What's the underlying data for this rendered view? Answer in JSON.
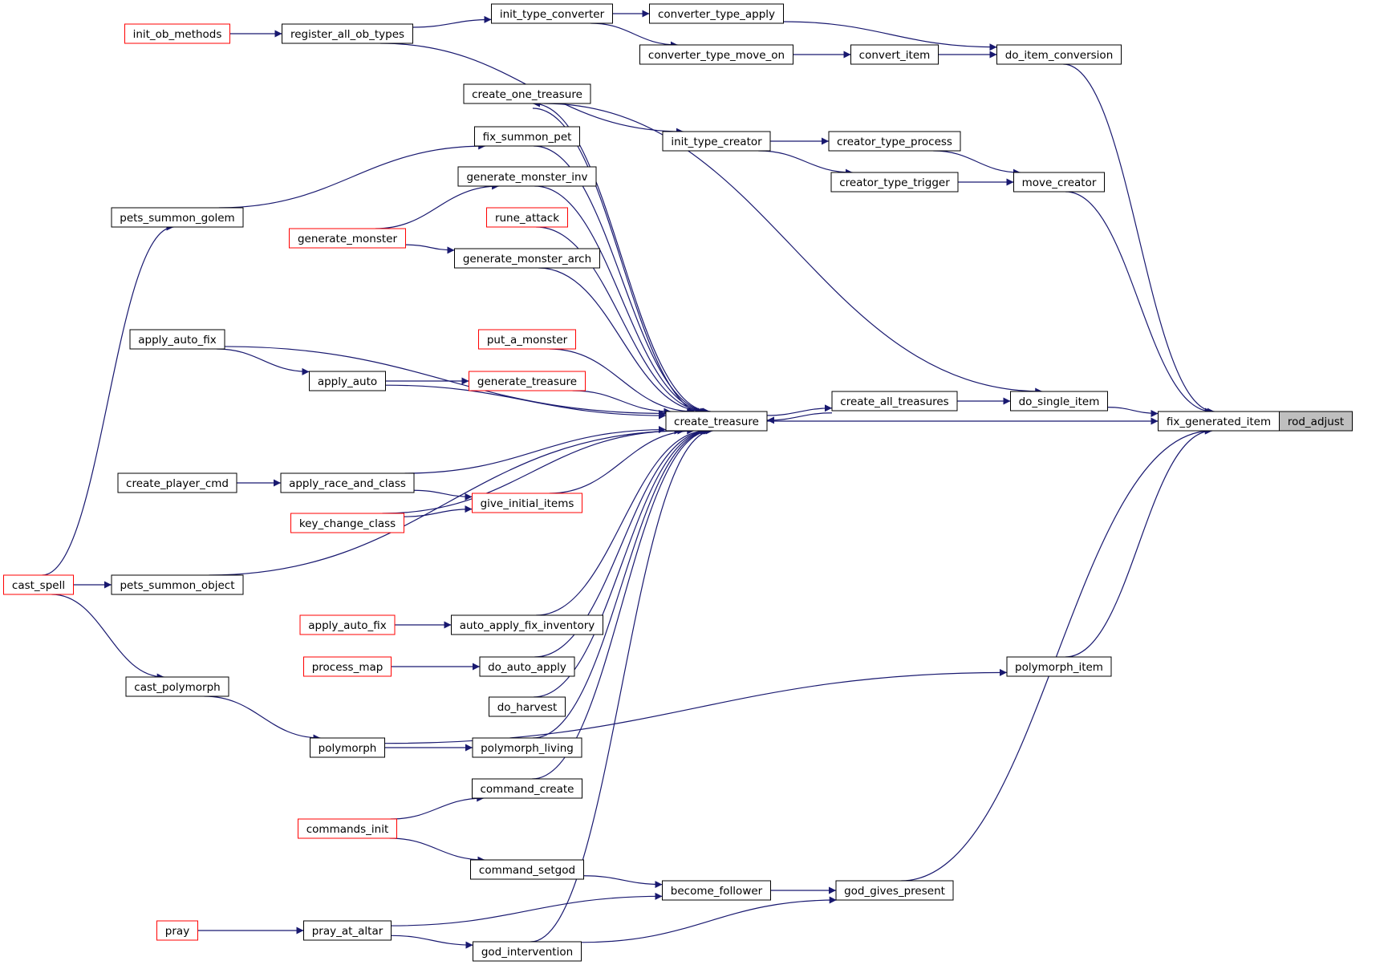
{
  "graph": {
    "edge_color": "#191970",
    "node_border_color": "#000000",
    "truncated_node_border_color": "#ff0000",
    "focus_node_fill": "#bfbfbf",
    "nodes": [
      {
        "id": "rod_adjust",
        "label": "rod_adjust",
        "style": "focus"
      },
      {
        "id": "fix_generated_item",
        "label": "fix_generated_item",
        "style": "normal"
      },
      {
        "id": "create_treasure",
        "label": "create_treasure",
        "style": "normal"
      },
      {
        "id": "do_item_conversion",
        "label": "do_item_conversion",
        "style": "normal"
      },
      {
        "id": "converter_type_apply",
        "label": "converter_type_apply",
        "style": "normal"
      },
      {
        "id": "convert_item",
        "label": "convert_item",
        "style": "normal"
      },
      {
        "id": "converter_type_move_on",
        "label": "converter_type_move_on",
        "style": "normal"
      },
      {
        "id": "init_type_converter",
        "label": "init_type_converter",
        "style": "normal"
      },
      {
        "id": "register_all_ob_types",
        "label": "register_all_ob_types",
        "style": "normal"
      },
      {
        "id": "init_ob_methods",
        "label": "init_ob_methods",
        "style": "truncated"
      },
      {
        "id": "move_creator",
        "label": "move_creator",
        "style": "normal"
      },
      {
        "id": "creator_type_process",
        "label": "creator_type_process",
        "style": "normal"
      },
      {
        "id": "creator_type_trigger",
        "label": "creator_type_trigger",
        "style": "normal"
      },
      {
        "id": "init_type_creator",
        "label": "init_type_creator",
        "style": "normal"
      },
      {
        "id": "do_single_item",
        "label": "do_single_item",
        "style": "normal"
      },
      {
        "id": "create_all_treasures",
        "label": "create_all_treasures",
        "style": "normal"
      },
      {
        "id": "polymorph_item",
        "label": "polymorph_item",
        "style": "normal"
      },
      {
        "id": "god_gives_present",
        "label": "god_gives_present",
        "style": "normal"
      },
      {
        "id": "become_follower",
        "label": "become_follower",
        "style": "normal"
      },
      {
        "id": "create_one_treasure",
        "label": "create_one_treasure",
        "style": "normal"
      },
      {
        "id": "fix_summon_pet",
        "label": "fix_summon_pet",
        "style": "normal"
      },
      {
        "id": "generate_monster_inv",
        "label": "generate_monster_inv",
        "style": "normal"
      },
      {
        "id": "rune_attack",
        "label": "rune_attack",
        "style": "truncated"
      },
      {
        "id": "generate_monster_arch",
        "label": "generate_monster_arch",
        "style": "normal"
      },
      {
        "id": "put_a_monster",
        "label": "put_a_monster",
        "style": "truncated"
      },
      {
        "id": "generate_treasure",
        "label": "generate_treasure",
        "style": "truncated"
      },
      {
        "id": "give_initial_items",
        "label": "give_initial_items",
        "style": "truncated"
      },
      {
        "id": "auto_apply_fix_inventory",
        "label": "auto_apply_fix_inventory",
        "style": "normal"
      },
      {
        "id": "do_auto_apply",
        "label": "do_auto_apply",
        "style": "normal"
      },
      {
        "id": "do_harvest",
        "label": "do_harvest",
        "style": "normal"
      },
      {
        "id": "polymorph_living",
        "label": "polymorph_living",
        "style": "normal"
      },
      {
        "id": "command_create",
        "label": "command_create",
        "style": "normal"
      },
      {
        "id": "command_setgod",
        "label": "command_setgod",
        "style": "normal"
      },
      {
        "id": "god_intervention",
        "label": "god_intervention",
        "style": "normal"
      },
      {
        "id": "pets_summon_golem",
        "label": "pets_summon_golem",
        "style": "normal"
      },
      {
        "id": "generate_monster",
        "label": "generate_monster",
        "style": "truncated"
      },
      {
        "id": "apply_auto_fix_1",
        "label": "apply_auto_fix",
        "style": "normal"
      },
      {
        "id": "apply_auto",
        "label": "apply_auto",
        "style": "normal"
      },
      {
        "id": "create_player_cmd",
        "label": "create_player_cmd",
        "style": "normal"
      },
      {
        "id": "apply_race_and_class",
        "label": "apply_race_and_class",
        "style": "normal"
      },
      {
        "id": "key_change_class",
        "label": "key_change_class",
        "style": "truncated"
      },
      {
        "id": "pets_summon_object",
        "label": "pets_summon_object",
        "style": "normal"
      },
      {
        "id": "apply_auto_fix_2",
        "label": "apply_auto_fix",
        "style": "truncated"
      },
      {
        "id": "process_map",
        "label": "process_map",
        "style": "truncated"
      },
      {
        "id": "cast_polymorph",
        "label": "cast_polymorph",
        "style": "normal"
      },
      {
        "id": "polymorph",
        "label": "polymorph",
        "style": "normal"
      },
      {
        "id": "commands_init",
        "label": "commands_init",
        "style": "truncated"
      },
      {
        "id": "pray_at_altar",
        "label": "pray_at_altar",
        "style": "normal"
      },
      {
        "id": "pray",
        "label": "pray",
        "style": "truncated"
      },
      {
        "id": "cast_spell",
        "label": "cast_spell",
        "style": "truncated"
      }
    ],
    "edges": [
      [
        "fix_generated_item",
        "rod_adjust"
      ],
      [
        "do_item_conversion",
        "fix_generated_item"
      ],
      [
        "move_creator",
        "fix_generated_item"
      ],
      [
        "do_single_item",
        "fix_generated_item"
      ],
      [
        "polymorph_item",
        "fix_generated_item"
      ],
      [
        "god_gives_present",
        "fix_generated_item"
      ],
      [
        "create_treasure",
        "fix_generated_item"
      ],
      [
        "converter_type_apply",
        "do_item_conversion"
      ],
      [
        "convert_item",
        "do_item_conversion"
      ],
      [
        "converter_type_move_on",
        "convert_item"
      ],
      [
        "init_type_converter",
        "converter_type_apply"
      ],
      [
        "init_type_converter",
        "converter_type_move_on"
      ],
      [
        "register_all_ob_types",
        "init_type_converter"
      ],
      [
        "init_ob_methods",
        "register_all_ob_types"
      ],
      [
        "creator_type_process",
        "move_creator"
      ],
      [
        "creator_type_trigger",
        "move_creator"
      ],
      [
        "init_type_creator",
        "creator_type_process"
      ],
      [
        "init_type_creator",
        "creator_type_trigger"
      ],
      [
        "register_all_ob_types",
        "init_type_creator"
      ],
      [
        "create_all_treasures",
        "do_single_item"
      ],
      [
        "create_one_treasure",
        "do_single_item"
      ],
      [
        "create_treasure",
        "create_all_treasures"
      ],
      [
        "create_all_treasures",
        "create_treasure"
      ],
      [
        "create_treasure",
        "create_one_treasure"
      ],
      [
        "polymorph",
        "polymorph_item"
      ],
      [
        "become_follower",
        "god_gives_present"
      ],
      [
        "god_intervention",
        "god_gives_present"
      ],
      [
        "create_one_treasure",
        "create_treasure"
      ],
      [
        "fix_summon_pet",
        "create_treasure"
      ],
      [
        "generate_monster_inv",
        "create_treasure"
      ],
      [
        "rune_attack",
        "create_treasure"
      ],
      [
        "generate_monster_arch",
        "create_treasure"
      ],
      [
        "apply_auto_fix_1",
        "create_treasure"
      ],
      [
        "put_a_monster",
        "create_treasure"
      ],
      [
        "generate_treasure",
        "create_treasure"
      ],
      [
        "apply_auto",
        "create_treasure"
      ],
      [
        "apply_race_and_class",
        "create_treasure"
      ],
      [
        "give_initial_items",
        "create_treasure"
      ],
      [
        "key_change_class",
        "create_treasure"
      ],
      [
        "pets_summon_object",
        "create_treasure"
      ],
      [
        "auto_apply_fix_inventory",
        "create_treasure"
      ],
      [
        "do_auto_apply",
        "create_treasure"
      ],
      [
        "do_harvest",
        "create_treasure"
      ],
      [
        "polymorph_living",
        "create_treasure"
      ],
      [
        "command_create",
        "create_treasure"
      ],
      [
        "god_intervention",
        "create_treasure"
      ],
      [
        "pets_summon_golem",
        "fix_summon_pet"
      ],
      [
        "generate_monster",
        "generate_monster_inv"
      ],
      [
        "generate_monster",
        "generate_monster_arch"
      ],
      [
        "apply_auto_fix_1",
        "apply_auto"
      ],
      [
        "apply_auto",
        "generate_treasure"
      ],
      [
        "create_player_cmd",
        "apply_race_and_class"
      ],
      [
        "apply_race_and_class",
        "give_initial_items"
      ],
      [
        "key_change_class",
        "give_initial_items"
      ],
      [
        "cast_spell",
        "pets_summon_object"
      ],
      [
        "cast_spell",
        "pets_summon_golem"
      ],
      [
        "cast_spell",
        "cast_polymorph"
      ],
      [
        "apply_auto_fix_2",
        "auto_apply_fix_inventory"
      ],
      [
        "process_map",
        "do_auto_apply"
      ],
      [
        "cast_polymorph",
        "polymorph"
      ],
      [
        "polymorph",
        "polymorph_living"
      ],
      [
        "commands_init",
        "command_create"
      ],
      [
        "commands_init",
        "command_setgod"
      ],
      [
        "command_setgod",
        "become_follower"
      ],
      [
        "pray_at_altar",
        "become_follower"
      ],
      [
        "pray_at_altar",
        "god_intervention"
      ],
      [
        "pray",
        "pray_at_altar"
      ]
    ]
  }
}
